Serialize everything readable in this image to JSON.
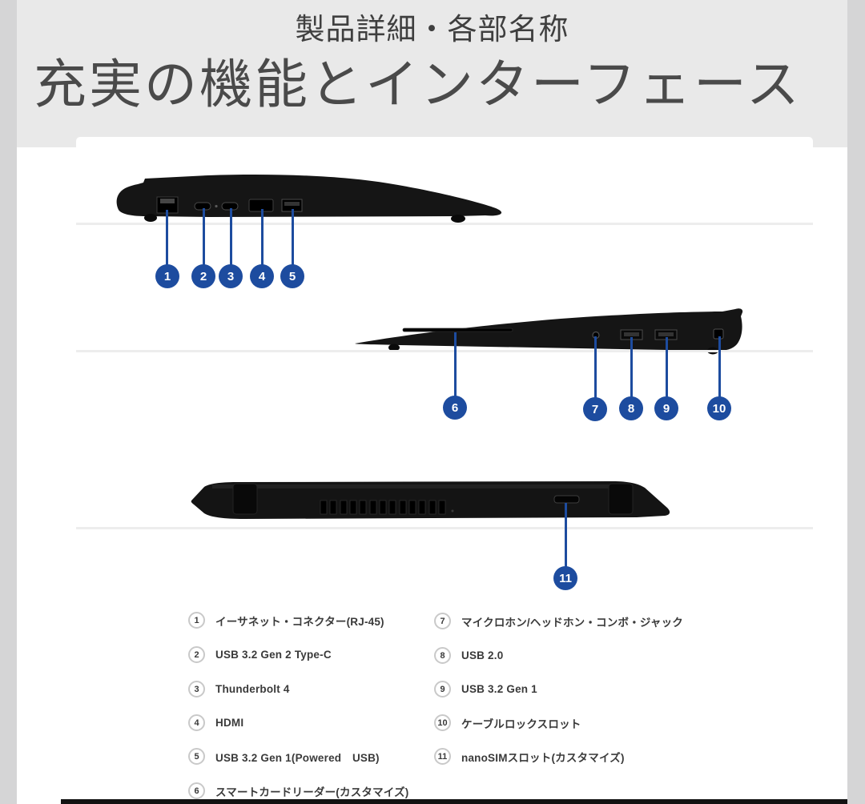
{
  "banner": {
    "subtitle": "製品詳細・各部名称",
    "title": "充実の機能とインターフェース"
  },
  "colors": {
    "accent_blue": "#1d4c9f",
    "banner_bg": "#e9e9e9",
    "side_strip": "#d5d5d6",
    "laptop_black": "#151515",
    "text_dark": "#3a3a3a",
    "bottom_bar": "#121212"
  },
  "callouts": [
    {
      "num": "1"
    },
    {
      "num": "2"
    },
    {
      "num": "3"
    },
    {
      "num": "4"
    },
    {
      "num": "5"
    },
    {
      "num": "6"
    },
    {
      "num": "7"
    },
    {
      "num": "8"
    },
    {
      "num": "9"
    },
    {
      "num": "10"
    },
    {
      "num": "11"
    }
  ],
  "legend": {
    "left": [
      {
        "num": "1",
        "label": "イーサネット・コネクター(RJ-45)"
      },
      {
        "num": "2",
        "label": "USB 3.2 Gen 2 Type-C"
      },
      {
        "num": "3",
        "label": "Thunderbolt 4"
      },
      {
        "num": "4",
        "label": "HDMI"
      },
      {
        "num": "5",
        "label": "USB 3.2 Gen 1(Powered　USB)"
      },
      {
        "num": "6",
        "label": "スマートカードリーダー(カスタマイズ)"
      }
    ],
    "right": [
      {
        "num": "7",
        "label": "マイクロホン/ヘッドホン・コンボ・ジャック"
      },
      {
        "num": "8",
        "label": "USB 2.0"
      },
      {
        "num": "9",
        "label": "USB 3.2 Gen 1"
      },
      {
        "num": "10",
        "label": "ケーブルロックスロット"
      },
      {
        "num": "11",
        "label": "nanoSIMスロット(カスタマイズ)"
      }
    ]
  }
}
